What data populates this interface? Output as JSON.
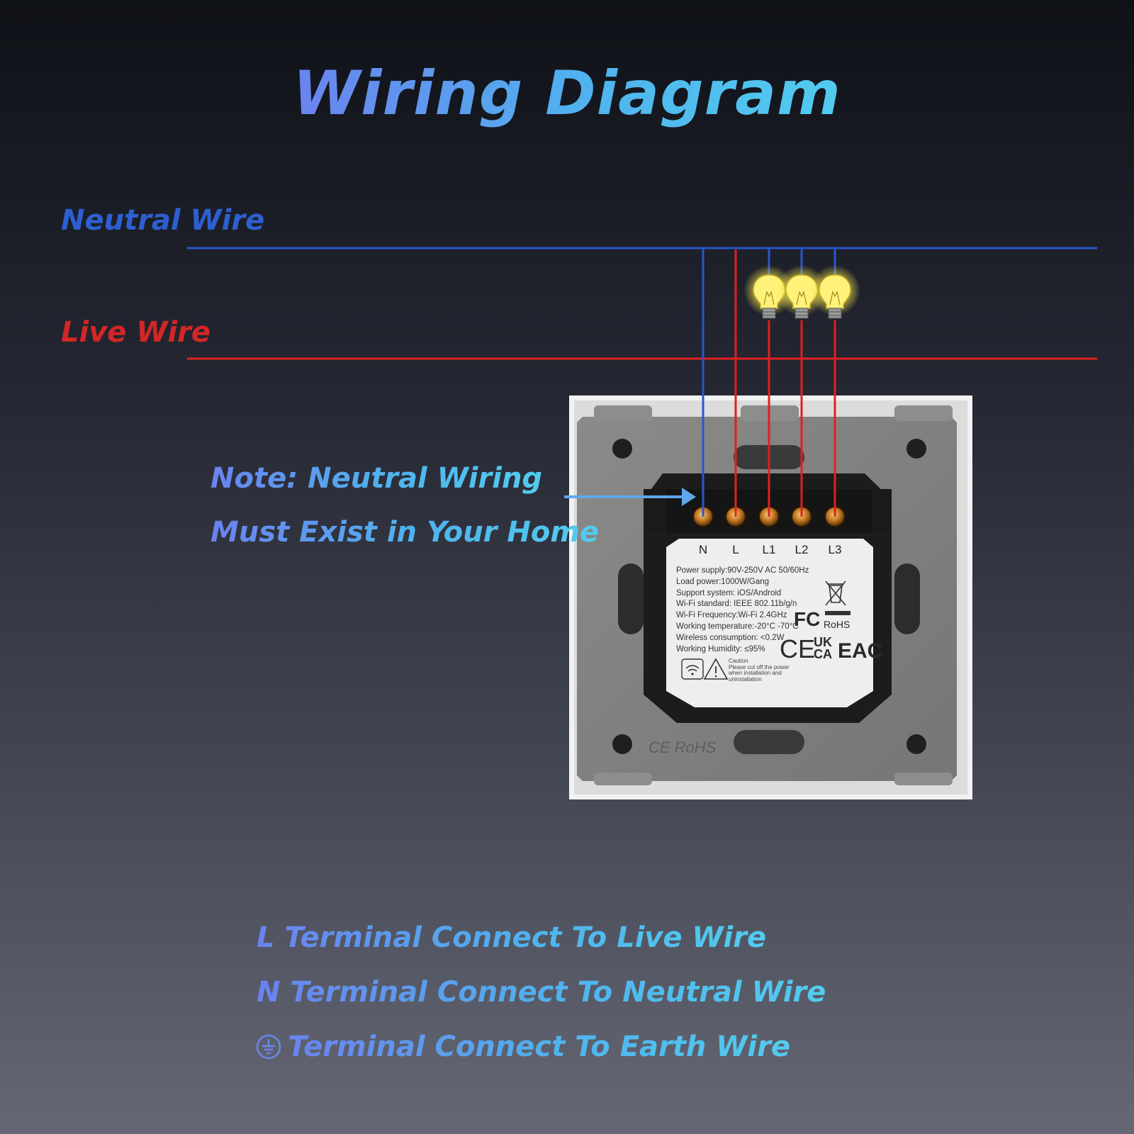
{
  "title": "Wiring Diagram",
  "wires": {
    "neutral_label": "Neutral Wire",
    "live_label": "Live Wire",
    "neutral_color": "#2857c9",
    "live_color": "#e02020"
  },
  "note": {
    "line1": "Note: Neutral Wiring",
    "line2": "Must Exist in Your Home"
  },
  "terminals": [
    "N",
    "L",
    "L1",
    "L2",
    "L3"
  ],
  "specs": [
    "Power supply:90V-250V  AC  50/60Hz",
    "Load power:1000W/Gang",
    "Support system: iOS/Android",
    "Wi-Fi standard: IEEE 802.11b/g/n",
    "Wi-Fi Frequency:Wi-Fi 2.4GHz",
    "Working temperature:-20°C -70°C",
    "Wireless consumption: <0.2W",
    "Working Humidity:  ≤95%"
  ],
  "caution": {
    "title": "Caution",
    "text": "Please cut off the power when installation and uninstallation"
  },
  "marks": {
    "fc": "FC",
    "rohs": "RoHS",
    "ce": "CE",
    "ukca_top": "UK",
    "ukca_bottom": "CA",
    "eac": "EAC",
    "molded": "CE RoHS"
  },
  "instructions": {
    "line1": "L Terminal Connect To Live Wire",
    "line2": "N Terminal Connect To Neutral Wire",
    "line3": "Terminal Connect To Earth Wire"
  }
}
